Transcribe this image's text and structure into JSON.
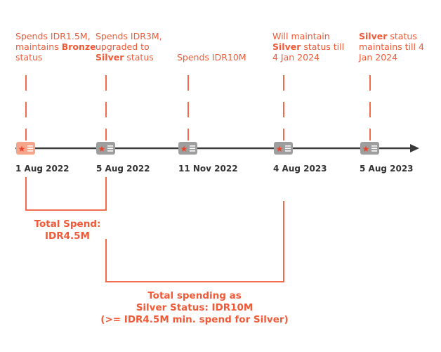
{
  "colors": {
    "accent": "#f05a38",
    "axis": "#3a3a3a",
    "card_grey": "#9e9e9e",
    "card_bronze": "#f6a48a"
  },
  "events": [
    {
      "date": "1 Aug 2022",
      "note_parts": [
        "Spends IDR1.5M,",
        "\n",
        "maintains ",
        {
          "b": "Bronze"
        },
        "\n",
        "status"
      ],
      "badge": "bronze"
    },
    {
      "date": "5 Aug 2022",
      "note_parts": [
        "Spends IDR3M,",
        "\n",
        "upgraded to",
        "\n",
        {
          "b": "Silver"
        },
        " status"
      ],
      "badge": "silver"
    },
    {
      "date": "11 Nov 2022",
      "note_parts": [
        "Spends IDR10M"
      ],
      "badge": "silver"
    },
    {
      "date": "4 Aug 2023",
      "note_parts": [
        "Will maintain",
        "\n",
        {
          "b": "Silver"
        },
        " status till",
        "\n",
        "4 Jan 2024"
      ],
      "badge": "silver"
    },
    {
      "date": "5 Aug 2023",
      "note_parts": [
        {
          "b": "Silver"
        },
        " status",
        "\n",
        "maintains till 4",
        "\n",
        "Jan 2024"
      ],
      "badge": "silver"
    }
  ],
  "totals": {
    "first": {
      "line1": "Total Spend:",
      "line2": "IDR4.5M"
    },
    "second": {
      "line1": "Total spending as",
      "line2": "Silver Status: IDR10M",
      "line3": "(>= IDR4.5M min. spend for Silver)"
    }
  },
  "icons": {
    "badge": "membership-card-star-icon",
    "arrow": "arrow-right-icon"
  }
}
